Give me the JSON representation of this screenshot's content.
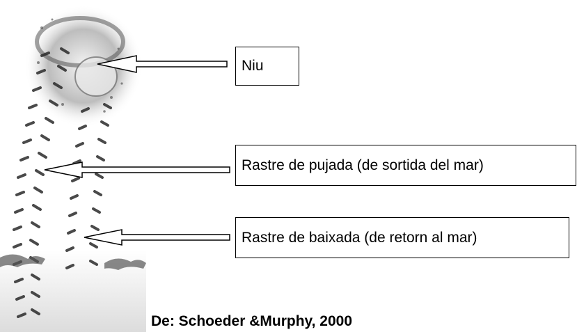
{
  "labels": {
    "nest": "Niu",
    "ascent_track": "Rastre de pujada (de sortida del mar)",
    "descent_track": "Rastre de baixada (de retorn al mar)"
  },
  "credit": "De: Schoeder &Murphy, 2000",
  "colors": {
    "background": "#ffffff",
    "text": "#000000",
    "track_marks": "#2b2b2b",
    "sand_shadow": "#7a7a7a"
  },
  "icons": {
    "arrow": "hollow-left-arrow"
  }
}
